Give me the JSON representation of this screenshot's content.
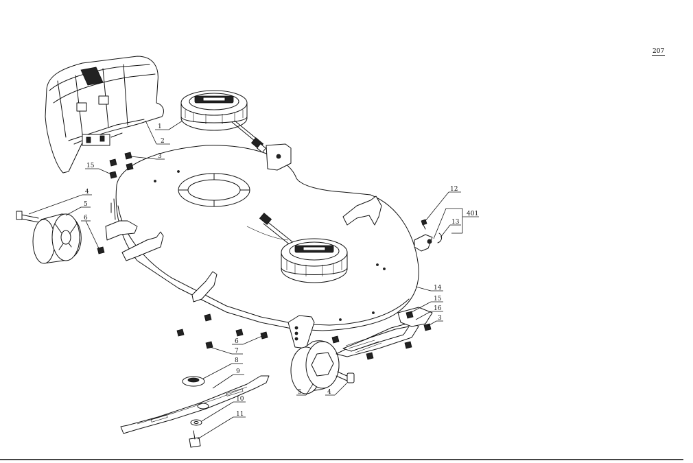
{
  "page_number": "207",
  "callouts": [
    {
      "id": "c1",
      "label": "1"
    },
    {
      "id": "c2",
      "label": "2"
    },
    {
      "id": "c3a",
      "label": "3"
    },
    {
      "id": "c15a",
      "label": "15"
    },
    {
      "id": "c4a",
      "label": "4"
    },
    {
      "id": "c5a",
      "label": "5"
    },
    {
      "id": "c6a",
      "label": "6"
    },
    {
      "id": "c12",
      "label": "12"
    },
    {
      "id": "c401",
      "label": "401"
    },
    {
      "id": "c13",
      "label": "13"
    },
    {
      "id": "c14",
      "label": "14"
    },
    {
      "id": "c15b",
      "label": "15"
    },
    {
      "id": "c16",
      "label": "16"
    },
    {
      "id": "c3b",
      "label": "3"
    },
    {
      "id": "c6b",
      "label": "6"
    },
    {
      "id": "c7",
      "label": "7"
    },
    {
      "id": "c8",
      "label": "8"
    },
    {
      "id": "c9",
      "label": "9"
    },
    {
      "id": "c10",
      "label": "10"
    },
    {
      "id": "c11",
      "label": "11"
    },
    {
      "id": "c5b",
      "label": "5"
    },
    {
      "id": "c4b",
      "label": "4"
    }
  ]
}
